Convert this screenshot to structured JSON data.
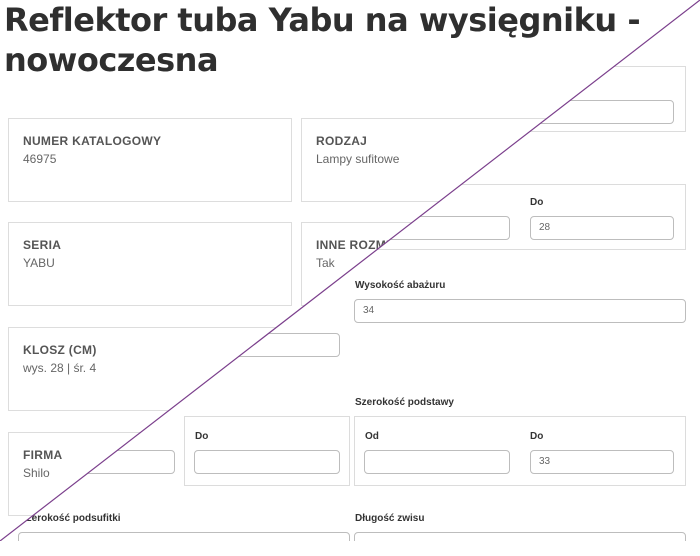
{
  "form": {
    "do_label_top": "Do",
    "do_value_top": "28",
    "wysokosc_abazuru": {
      "label": "Wysokość abażuru",
      "value": "34"
    },
    "szerokosc_podstawy": {
      "label": "Szerokość podstawy",
      "od_label": "Od",
      "do_label": "Do",
      "do_value": "33"
    },
    "firma_do_label": "Do",
    "szerokosc_podsufitki_label": "Szerokość podsufitki",
    "dlugosc_zwisu_label": "Długość zwisu"
  },
  "page": {
    "title": "Reflektor tuba Yabu na wysięgniku - nowoczesna",
    "cards": [
      {
        "key": "NUMER KATALOGOWY",
        "value": "46975"
      },
      {
        "key": "RODZAJ",
        "value": "Lampy sufitowe"
      },
      {
        "key": "SERIA",
        "value": "YABU"
      },
      {
        "key": "INNE ROZMIARY",
        "value": "Tak"
      },
      {
        "key": "KLOSZ (CM)",
        "value": "wys. 28 | śr. 4"
      },
      {
        "key": "FIRMA",
        "value": "Shilo"
      }
    ]
  },
  "colors": {
    "divider_line": "#7b3f8c",
    "text_dark": "#2f2f2f",
    "border": "#dddddd"
  }
}
